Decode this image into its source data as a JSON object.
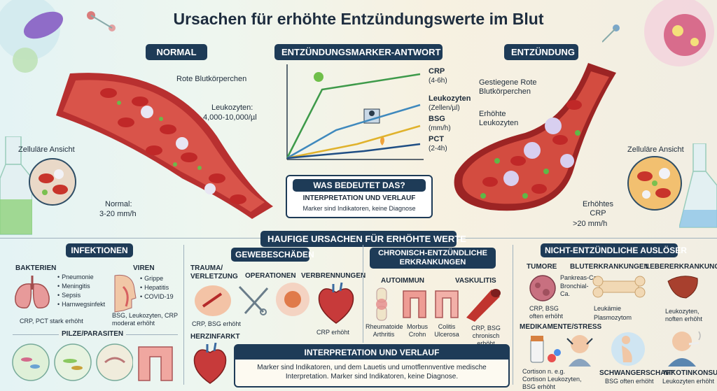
{
  "title": "Ursachen für erhöhte Entzündungswerte im Blut",
  "normal": {
    "heading": "NORMAL",
    "rbc_label": "Rote Blutkörperchen",
    "leuko_label": "Leukozyten:",
    "leuko_value": "4,000-10,000/µl",
    "cell_view": "Zelluläre Ansicht",
    "bsg_label": "Normal:",
    "bsg_value": "3-20 mm/h"
  },
  "inflammation": {
    "heading": "ENTZÜNDUNG",
    "rbc_label": "Gestiegene Rote Blutkörperchen",
    "leuko_label": "Erhöhte Leukozyten",
    "cell_view": "Zelluläre Ansicht",
    "crp_label": "Erhöhtes CRP",
    "crp_value": ">20 mm/h"
  },
  "marker": {
    "heading": "ENTZÜNDUNGSMARKER-ANTWORT",
    "series": [
      {
        "name": "CRP",
        "unit": "(4-6h)",
        "color": "#3e9a4a"
      },
      {
        "name": "Leukozyten",
        "unit": "(Zellen/µl)",
        "color": "#3f89bd"
      },
      {
        "name": "BSG",
        "unit": "(mm/h)",
        "color": "#e0b22c"
      },
      {
        "name": "PCT",
        "unit": "(2-4h)",
        "color": "#1f4e84"
      }
    ]
  },
  "meaning": {
    "question": "WAS BEDEUTET DAS?",
    "subheading": "INTERPRETATION UND VERLAUF",
    "text": "Marker sind Indikatoren, keine Diagnose"
  },
  "causes_heading": "HAUFIGE URSACHEN FÜR ERHÖHTE WERTE",
  "infections": {
    "heading": "INFEKTIONEN",
    "bacteria": "BAKTERIEN",
    "bacteria_items": [
      "Pneumonie",
      "Meningitis",
      "Sepsis",
      "Harnwegsinfekt"
    ],
    "bacteria_note": "CRP, PCT stark erhöht",
    "viruses": "VIREN",
    "virus_items": [
      "Grippe",
      "Hepatitis",
      "COVID-19"
    ],
    "virus_note": "BSG, Leukozyten, CRP moderat erhöht",
    "fungi": "PILZE/PARASITEN"
  },
  "tissue": {
    "heading": "GEWEBESCHÄDEN",
    "trauma": "TRAUMA/ VERLETZUNG",
    "operations": "OPERATIONEN",
    "burns": "VERBRENNUNGEN",
    "trauma_note": "CRP, BSG erhöht",
    "burns_note": "CRP erhöht",
    "heart": "HERZINFARKT"
  },
  "chronic": {
    "heading": "CHRONISCH-ENTZÜNDLICHE ERKRANKUNGEN",
    "autoimmune": "AUTOIMMUN",
    "vasculitis": "VASKULITIS",
    "items": [
      "Rheumatoide Arthritis",
      "Morbus Crohn",
      "Colitis Ulcerosa"
    ],
    "vasc_note": "CRP, BSG chronisch erhöht"
  },
  "non_inflammatory": {
    "heading": "NICHT-ENTZÜNDLICHE AUSLÖSER",
    "tumors": "TUMORE",
    "tumor_items": [
      "Pankreas-Ca.",
      "Bronchial-Ca."
    ],
    "tumor_note": "CRP, BSG often erhöht",
    "blood": "BLUTERKRANKUNGEN",
    "blood_items": [
      "Leukämie",
      "Plasmozytom"
    ],
    "liver": "LEBERERKRANKUNGEN",
    "liver_note": "Leukozyten, noften erhöht",
    "meds": "MEDIKAMENTE/STRESS",
    "meds_note": "Cortison n. e.g. Cortison Leukozyten, BSG erhöht",
    "pregnancy": "SCHWANGERSCHAFT",
    "pregnancy_note": "BSG often erhöht",
    "nicotine": "NIKOTINKONSUM",
    "nicotine_note": "Leukozyten erhöht"
  },
  "interpretation": {
    "heading": "INTERPRETATION UND VERLAUF",
    "text": "Marker sind Indikatoren, und dem Lauetis und umotflennventive medische Interpretation. Marker sind Indikatoren, keine Diagnose."
  }
}
